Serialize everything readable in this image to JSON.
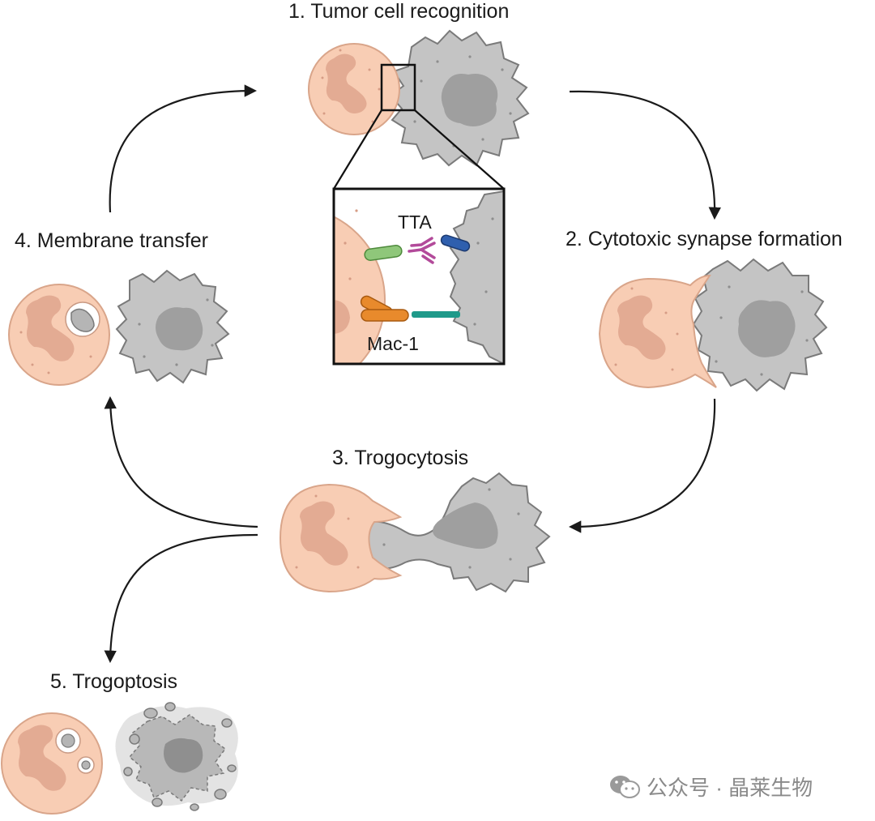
{
  "steps": {
    "step1": "1.  Tumor cell recognition",
    "step2": "2. Cytotoxic synapse formation",
    "step3": "3. Trogocytosis",
    "step4": "4. Membrane transfer",
    "step5": "5. Trogoptosis"
  },
  "inset": {
    "tta_label": "TTA",
    "mac1_label": "Mac-1"
  },
  "watermark": {
    "text": "公众号 · 晶莱生物",
    "icon": "wechat-icon"
  },
  "colors": {
    "neutrophil_fill": "#f8cdb4",
    "neutrophil_stroke": "#d9a58a",
    "nucleus_fill": "#e3ab93",
    "tumor_fill": "#c4c4c4",
    "tumor_stroke": "#7a7a7a",
    "tumor_nucleus": "#9f9f9f",
    "ligand_green": "#8fc77a",
    "antibody_magenta": "#b24a9a",
    "receptor_blue": "#2f5fae",
    "mac1_orange": "#e88a2c",
    "ligand_teal": "#1f9a8a",
    "arrow": "#1a1a1a"
  }
}
